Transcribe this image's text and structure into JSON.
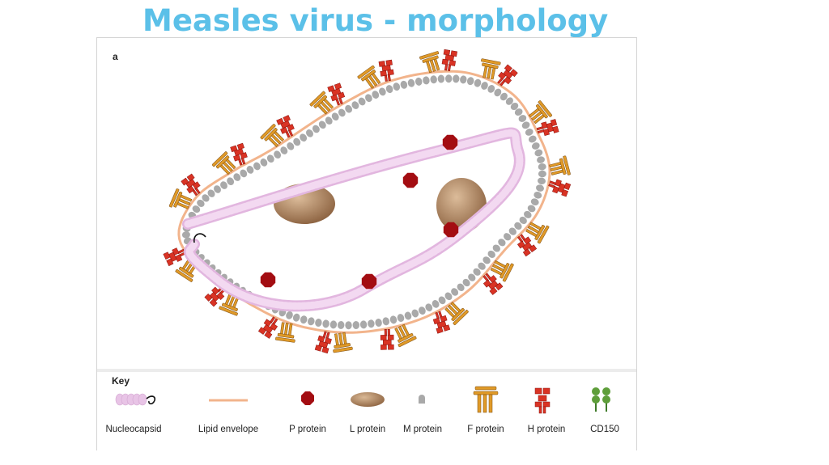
{
  "title": "Measles virus - morphology",
  "panel_label": "a",
  "key": {
    "title": "Key",
    "items": [
      {
        "label": "Nucleocapsid",
        "icon": "nucleocapsid-icon"
      },
      {
        "label": "Lipid envelope",
        "icon": "lipid-envelope-icon"
      },
      {
        "label": "P protein",
        "icon": "p-protein-icon"
      },
      {
        "label": "L protein",
        "icon": "l-protein-icon"
      },
      {
        "label": "M protein",
        "icon": "m-protein-icon"
      },
      {
        "label": "F protein",
        "icon": "f-protein-icon"
      },
      {
        "label": "H protein",
        "icon": "h-protein-icon"
      },
      {
        "label": "CD150",
        "icon": "cd150-icon"
      }
    ]
  },
  "colors": {
    "title": "#5bc0e8",
    "envelope": "#f2b48c",
    "m_protein": "#a9a9a9",
    "nucleocapsid": "#e8c4e6",
    "p_protein": "#a30d12",
    "l_protein": "#b08560",
    "f_protein": "#e09a28",
    "h_protein": "#d93324",
    "cd150": "#5e9e3a"
  }
}
